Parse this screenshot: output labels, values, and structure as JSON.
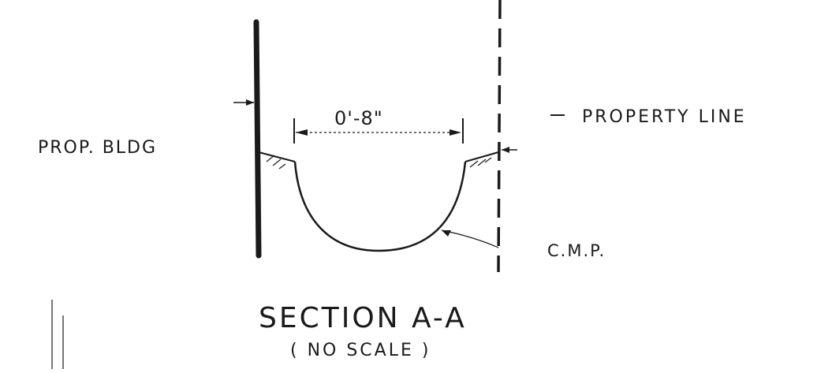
{
  "labels": {
    "prop_bldg": "PROP. BLDG",
    "property_line": "PROPERTY LINE",
    "cmp": "C.M.P.",
    "dimension": "0'-8\"",
    "title": "SECTION A-A",
    "subtitle": "( NO SCALE )"
  },
  "colors": {
    "ink": "#1a1a1a",
    "background": "#ffffff"
  }
}
